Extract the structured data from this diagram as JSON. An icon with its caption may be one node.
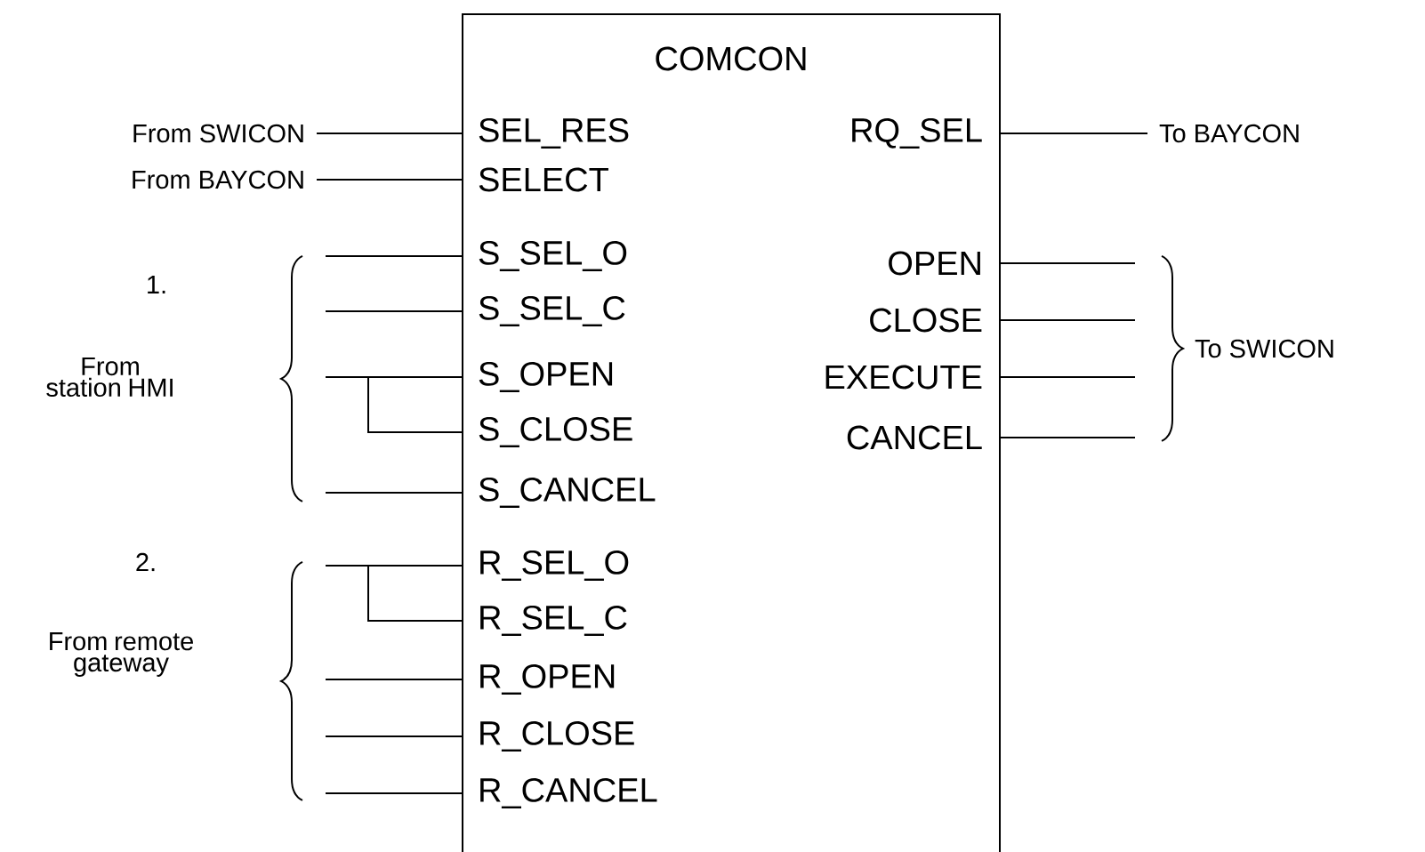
{
  "diagram": {
    "nodes": [
      {
        "text": [
          "COMCON"
        ]
      },
      {
        "text": [
          "SEL_RES"
        ],
        "in": 0
      },
      {
        "text": [
          "SELECT"
        ],
        "in": 0
      },
      {
        "text": [
          "S_SEL_O"
        ],
        "in": 0
      },
      {
        "text": [
          "S_SEL_C"
        ],
        "in": 0
      },
      {
        "text": [
          "S_OPEN"
        ],
        "in": 0
      },
      {
        "text": [
          "S_CLOSE"
        ],
        "in": 0
      },
      {
        "text": [
          "S_CANCEL"
        ],
        "in": 0
      },
      {
        "text": [
          "R_SEL_O"
        ],
        "in": 0
      },
      {
        "text": [
          "R_SEL_C"
        ],
        "in": 0
      },
      {
        "text": [
          "R_OPEN"
        ],
        "in": 0
      },
      {
        "text": [
          "R_CLOSE"
        ],
        "in": 0
      },
      {
        "text": [
          "R_CANCEL"
        ],
        "in": 0
      },
      {
        "text": [
          "RQ_SEL"
        ],
        "in": 0
      },
      {
        "text": [
          "OPEN"
        ],
        "in": 0
      },
      {
        "text": [
          "CLOSE"
        ],
        "in": 0
      },
      {
        "text": [
          "EXECUTE"
        ],
        "in": 0
      },
      {
        "text": [
          "CANCEL"
        ],
        "in": 0
      },
      {
        "text": [
          "From SWICON"
        ]
      },
      {
        "text": [
          "From BAYCON"
        ]
      },
      {
        "text": [
          "To BAYCON"
        ]
      }
    ],
    "edges": [
      {
        "from": 18,
        "to": 1,
        "arrow": "none"
      },
      {
        "from": 19,
        "to": 2,
        "arrow": "none"
      },
      {
        "from": null,
        "to": 3,
        "arrow": "none"
      },
      {
        "from": null,
        "to": 4,
        "arrow": "none"
      },
      {
        "from": null,
        "to": 5,
        "arrow": "none"
      },
      {
        "from": null,
        "to": 6,
        "arrow": "none"
      },
      {
        "from": null,
        "to": 7,
        "arrow": "none"
      },
      {
        "from": null,
        "to": 8,
        "arrow": "none"
      },
      {
        "from": null,
        "to": 9,
        "arrow": "none"
      },
      {
        "from": null,
        "to": 10,
        "arrow": "none"
      },
      {
        "from": null,
        "to": 11,
        "arrow": "none"
      },
      {
        "from": null,
        "to": 12,
        "arrow": "none"
      },
      {
        "from": 13,
        "to": 20,
        "arrow": "none"
      },
      {
        "from": 14,
        "to": null,
        "arrow": "none"
      },
      {
        "from": 15,
        "to": null,
        "arrow": "none"
      },
      {
        "from": 16,
        "to": null,
        "arrow": "none"
      },
      {
        "from": 17,
        "to": null,
        "arrow": "none"
      }
    ],
    "labels": [
      "1.",
      "From station HMI",
      "To SWICON",
      "2.",
      "From remote gateway"
    ]
  }
}
